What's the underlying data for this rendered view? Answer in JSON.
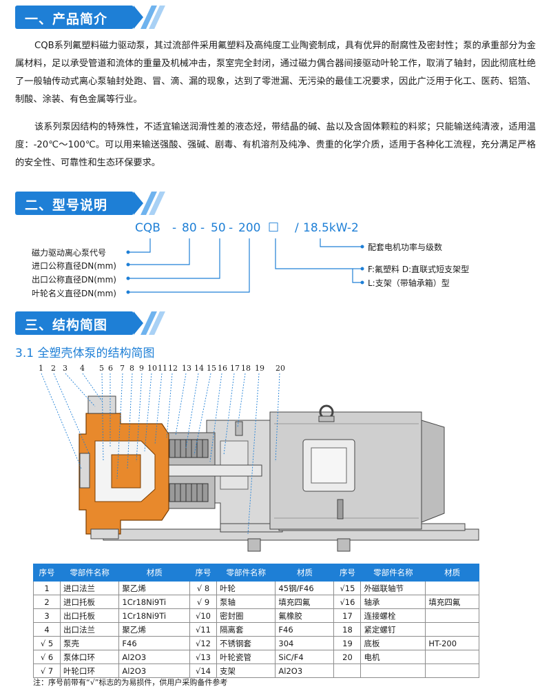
{
  "sections": {
    "s1": "一、产品简介",
    "s2": "二、型号说明",
    "s3": "三、结构简图"
  },
  "intro": {
    "p1": "CQB系列氟塑料磁力驱动泵，其过流部件采用氟塑料及高纯度工业陶瓷制成，具有优异的耐腐性及密封性；泵的承重部分为金属材料，足以承受管道和流体的重量及机械冲击，泵室完全封闭，通过磁力偶合器间接驱动叶轮工作，取消了轴封，因此彻底杜绝了一般轴传动式离心泵轴封处跑、冒、滴、漏的现象，达到了零泄漏、无污染的最佳工况要求，因此广泛用于化工、医药、铝箔、制酸、涂装、有色金属等行业。",
    "p2": "该系列泵因结构的特殊性，不适宜输送润滑性差的液态烃，带结晶的碱、盐以及含固体颗粒的料浆；只能输送纯清液，适用温度：-20℃～100℃。可以用来输送强酸、强碱、剧毒、有机溶剂及纯净、贵重的化学介质，适用于各种化工流程，充分满足严格的安全性、可靠性和生态环保要求。"
  },
  "model": {
    "parts": [
      "CQB",
      "-",
      "80",
      "-",
      "50",
      "-",
      "200",
      "□",
      "/",
      "18.5kW-2"
    ],
    "left_labels": [
      "磁力驱动离心泵代号",
      "进口公称直径DN(mm)",
      "出口公称直径DN(mm)",
      "叶轮名义直径DN(mm)"
    ],
    "right_labels": [
      "配套电机功率与级数",
      "F:氟塑料 D:直联式短支架型",
      "L:支架（带轴承箱）型"
    ]
  },
  "diagram": {
    "subtitle": "3.1 全塑壳体泵的结构简图",
    "numbers": [
      "1",
      "2",
      "3",
      "4",
      "5",
      "6",
      "7",
      "8",
      "9",
      "10",
      "11",
      "12",
      "13",
      "14",
      "15",
      "16",
      "17",
      "18",
      "19",
      "20"
    ]
  },
  "table": {
    "headers": [
      "序号",
      "零部件名称",
      "材质",
      "序号",
      "零部件名称",
      "材质",
      "序号",
      "零部件名称",
      "材质"
    ],
    "rows": [
      [
        "1",
        "进口法兰",
        "聚乙烯",
        "√ 8",
        "叶轮",
        "45钢/F46",
        "√15",
        "外磁联轴节",
        ""
      ],
      [
        "2",
        "进口托板",
        "1Cr18Ni9Ti",
        "√ 9",
        "泵轴",
        "填充四氟",
        "√16",
        "轴承",
        "填充四氟"
      ],
      [
        "3",
        "出口托板",
        "1Cr18Ni9Ti",
        "√10",
        "密封圈",
        "氟橡胶",
        "17",
        "连接螺栓",
        ""
      ],
      [
        "4",
        "出口法兰",
        "聚乙烯",
        "√11",
        "隔离套",
        "F46",
        "18",
        "紧定螺钉",
        ""
      ],
      [
        "√ 5",
        "泵壳",
        "F46",
        "√12",
        "不锈钢套",
        "304",
        "19",
        "底板",
        "HT-200"
      ],
      [
        "√ 6",
        "泵体口环",
        "Al2O3",
        "√13",
        "叶轮瓷管",
        "SiC/F4",
        "20",
        "电机",
        ""
      ],
      [
        "√ 7",
        "叶轮口环",
        "Al2O3",
        "√14",
        "支架",
        "Al2O3",
        "",
        "",
        ""
      ]
    ]
  },
  "note": "注：序号前带有“√”标志的为易损件，供用户采购备件参考",
  "colors": {
    "accent": "#1e7fd6",
    "plastic": "#e8892c",
    "metal": "#c9c9c9"
  }
}
